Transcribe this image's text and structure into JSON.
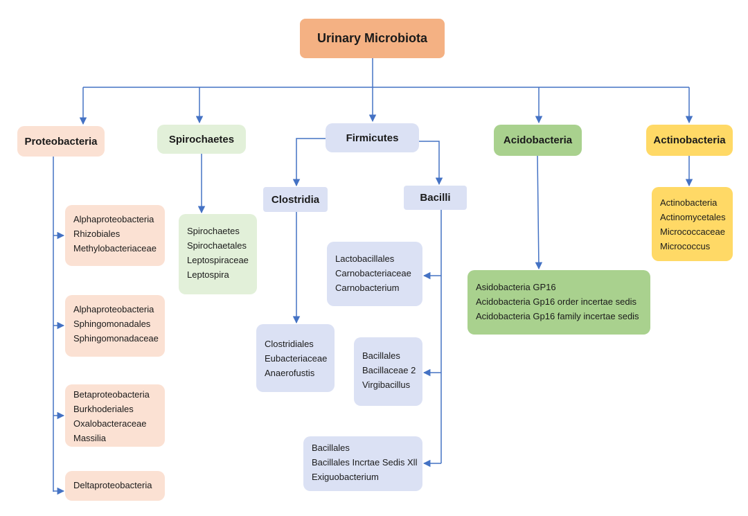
{
  "root": "Urinary Microbiota",
  "phyla": {
    "proteobacteria": "Proteobacteria",
    "spirochaetes": "Spirochaetes",
    "firmicutes": "Firmicutes",
    "acidobacteria": "Acidobacteria",
    "actinobacteria": "Actinobacteria"
  },
  "classes": {
    "clostridia": "Clostridia",
    "bacilli": "Bacilli"
  },
  "leaves": {
    "proteo_1": [
      "Alphaproteobacteria",
      "Rhizobiales",
      "Methylobacteriaceae"
    ],
    "proteo_2": [
      "Alphaproteobacteria",
      "Sphingomonadales",
      "Sphingomonadaceae"
    ],
    "proteo_3": [
      "Betaproteobacteria",
      "Burkhoderiales",
      "Oxalobacteraceae",
      "Massilia"
    ],
    "proteo_4": [
      "Deltaproteobacteria"
    ],
    "spiro": [
      "Spirochaetes",
      "Spirochaetales",
      "Leptospiraceae",
      "Leptospira"
    ],
    "clostridia": [
      "Clostridiales",
      "Eubacteriaceae",
      "Anaerofustis"
    ],
    "bacilli_1": [
      "Lactobacillales",
      "Carnobacteriaceae",
      "Carnobacterium"
    ],
    "bacilli_2": [
      "Bacillales",
      "Bacillaceae 2",
      "Virgibacillus"
    ],
    "bacilli_3": [
      "Bacillales",
      "Bacillales Incrtae Sedis Xll",
      "Exiguobacterium"
    ],
    "acido": [
      "Asidobacteria GP16",
      "Acidobacteria Gp16 order incertae sedis",
      "Acidobacteria Gp16 family incertae sedis"
    ],
    "actino": [
      "Actinobacteria",
      "Actinomycetales",
      "Micrococcaceae",
      "Micrococcus"
    ]
  },
  "colors": {
    "connector": "#4472c4",
    "root": "#f4b183",
    "proteobacteria": "#fbe1d3",
    "spirochaetes": "#e2f0d9",
    "firmicutes": "#dbe1f4",
    "acidobacteria": "#a9d18e",
    "actinobacteria": "#ffd966"
  }
}
